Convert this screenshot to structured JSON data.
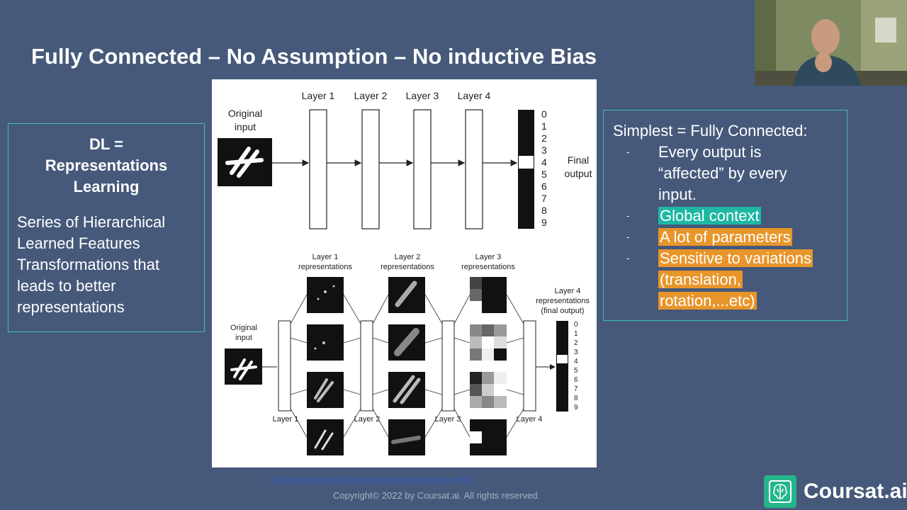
{
  "slide": {
    "title": "Fully Connected – No Assumption – No inductive Bias",
    "left_box": {
      "head_lines": [
        "DL =",
        "Representations",
        "Learning"
      ],
      "body_lines": [
        "Series of Hierarchical",
        "Learned Features",
        "Transformations that",
        "leads to better",
        "representations"
      ]
    },
    "right_box": {
      "head": "Simplest = Fully Connected:",
      "bullets": [
        {
          "lines": [
            "Every output is",
            "“affected” by every",
            "input."
          ],
          "highlight": ""
        },
        {
          "lines": [
            "Global context"
          ],
          "highlight": "green"
        },
        {
          "lines": [
            "A lot of parameters"
          ],
          "highlight": "orange"
        },
        {
          "lines": [
            "Sensitive to variations ",
            "(translation,",
            "rotation,...etc)"
          ],
          "highlight": "orange"
        }
      ]
    },
    "figure": {
      "top": {
        "input_label": [
          "Original",
          "input"
        ],
        "layers": [
          "Layer 1",
          "Layer 2",
          "Layer 3",
          "Layer 4"
        ],
        "digits": [
          "0",
          "1",
          "2",
          "3",
          "4",
          "5",
          "6",
          "7",
          "8",
          "9"
        ],
        "output_label": [
          "Final",
          "output"
        ]
      },
      "bottom": {
        "input_label": [
          "Original",
          "input"
        ],
        "rep_headers": [
          [
            "Layer 1",
            "representations"
          ],
          [
            "Layer 2",
            "representations"
          ],
          [
            "Layer 3",
            "representations"
          ]
        ],
        "final_header": [
          "Layer 4",
          "representations",
          "(final output)"
        ],
        "layers": [
          "Layer 1",
          "Layer 2",
          "Layer 3",
          "Layer 4"
        ],
        "digits": [
          "0",
          "1",
          "2",
          "3",
          "4",
          "5",
          "6",
          "7",
          "8",
          "9"
        ]
      }
    },
    "source_link": "https://www.manning.com/books/deep-learning-with-python",
    "copyright": "Copyright© 2022 by Coursat.ai. All rights reserved.",
    "brand": {
      "name": "Coursat.ai",
      "logo_icon": "brain-icon",
      "accent": "#24b58a"
    },
    "colors": {
      "background": "#46597a",
      "box_border": "#3fbfb0",
      "highlight_green": "#1fb7a2",
      "highlight_orange": "#e8952a"
    }
  }
}
